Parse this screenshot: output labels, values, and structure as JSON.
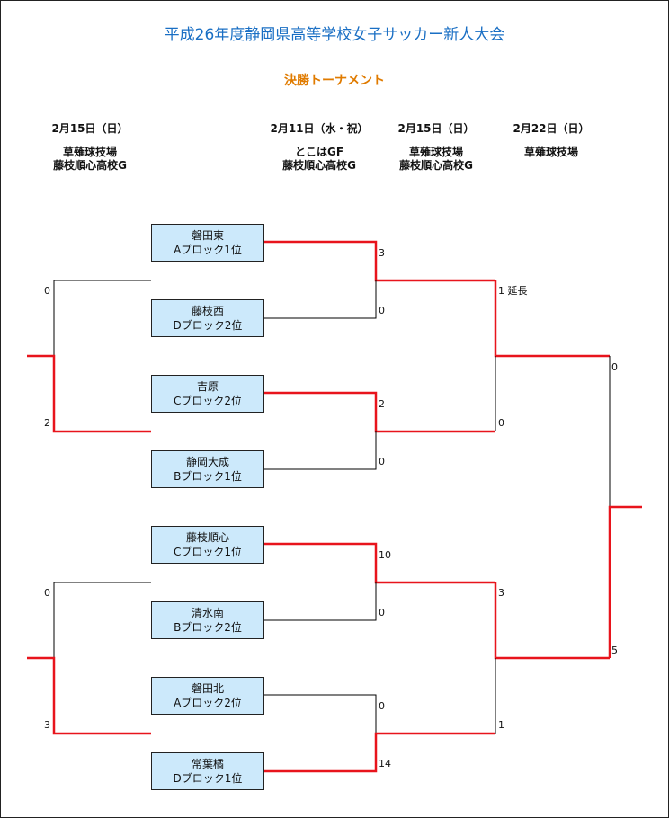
{
  "title": "平成26年度静岡県高等学校女子サッカー新人大会",
  "subtitle": "決勝トーナメント",
  "headers": [
    {
      "date": "2月15日（日）",
      "venue1": "草薙球技場",
      "venue2": "藤枝順心高校G"
    },
    {
      "date": "2月11日（水・祝）",
      "venue1": "とこはGF",
      "venue2": "藤枝順心高校G"
    },
    {
      "date": "2月15日（日）",
      "venue1": "草薙球技場",
      "venue2": "藤枝順心高校G"
    },
    {
      "date": "2月22日（日）",
      "venue1": "草薙球技場",
      "venue2": ""
    }
  ],
  "teams": [
    {
      "name": "磐田東",
      "seed": "Aブロック1位"
    },
    {
      "name": "藤枝西",
      "seed": "Dブロック2位"
    },
    {
      "name": "吉原",
      "seed": "Cブロック2位"
    },
    {
      "name": "静岡大成",
      "seed": "Bブロック1位"
    },
    {
      "name": "藤枝順心",
      "seed": "Cブロック1位"
    },
    {
      "name": "清水南",
      "seed": "Bブロック2位"
    },
    {
      "name": "磐田北",
      "seed": "Aブロック2位"
    },
    {
      "name": "常葉橘",
      "seed": "Dブロック1位"
    }
  ],
  "scores": {
    "r1": [
      "3",
      "0",
      "2",
      "0",
      "10",
      "0",
      "0",
      "14"
    ],
    "semi": [
      "1 延長",
      "0",
      "3",
      "1"
    ],
    "final": [
      "0",
      "5"
    ],
    "playoff": [
      "0",
      "2",
      "0",
      "3"
    ]
  },
  "colors": {
    "winner_line": "#e8141c",
    "loser_line": "#000000",
    "team_fill": "#cce9fb",
    "title": "#1a6fc4",
    "subtitle": "#e07b00"
  }
}
